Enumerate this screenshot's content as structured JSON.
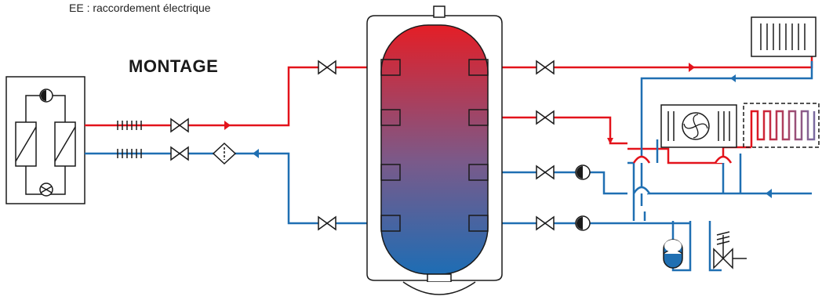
{
  "header_note": "EE : raccordement électrique",
  "title": "MONTAGE",
  "colors": {
    "hot": "#e3131b",
    "cold": "#1f6fb2",
    "line": "#1a1a1a",
    "background": "#ffffff"
  },
  "components": {
    "heat_pump": [
      "circulator-pump-icon",
      "heat-exchanger-icon",
      "expansion-valve-icon"
    ],
    "fittings": [
      "gate-valve-icon",
      "flexible-connector-icon",
      "filter-icon",
      "check-arrow-icon"
    ],
    "storage": "buffer-tank",
    "emitters": [
      "radiator-icon",
      "fan-coil-icon",
      "underfloor-heating-icon"
    ],
    "safety": [
      "expansion-vessel-icon",
      "safety-valve-icon"
    ]
  }
}
